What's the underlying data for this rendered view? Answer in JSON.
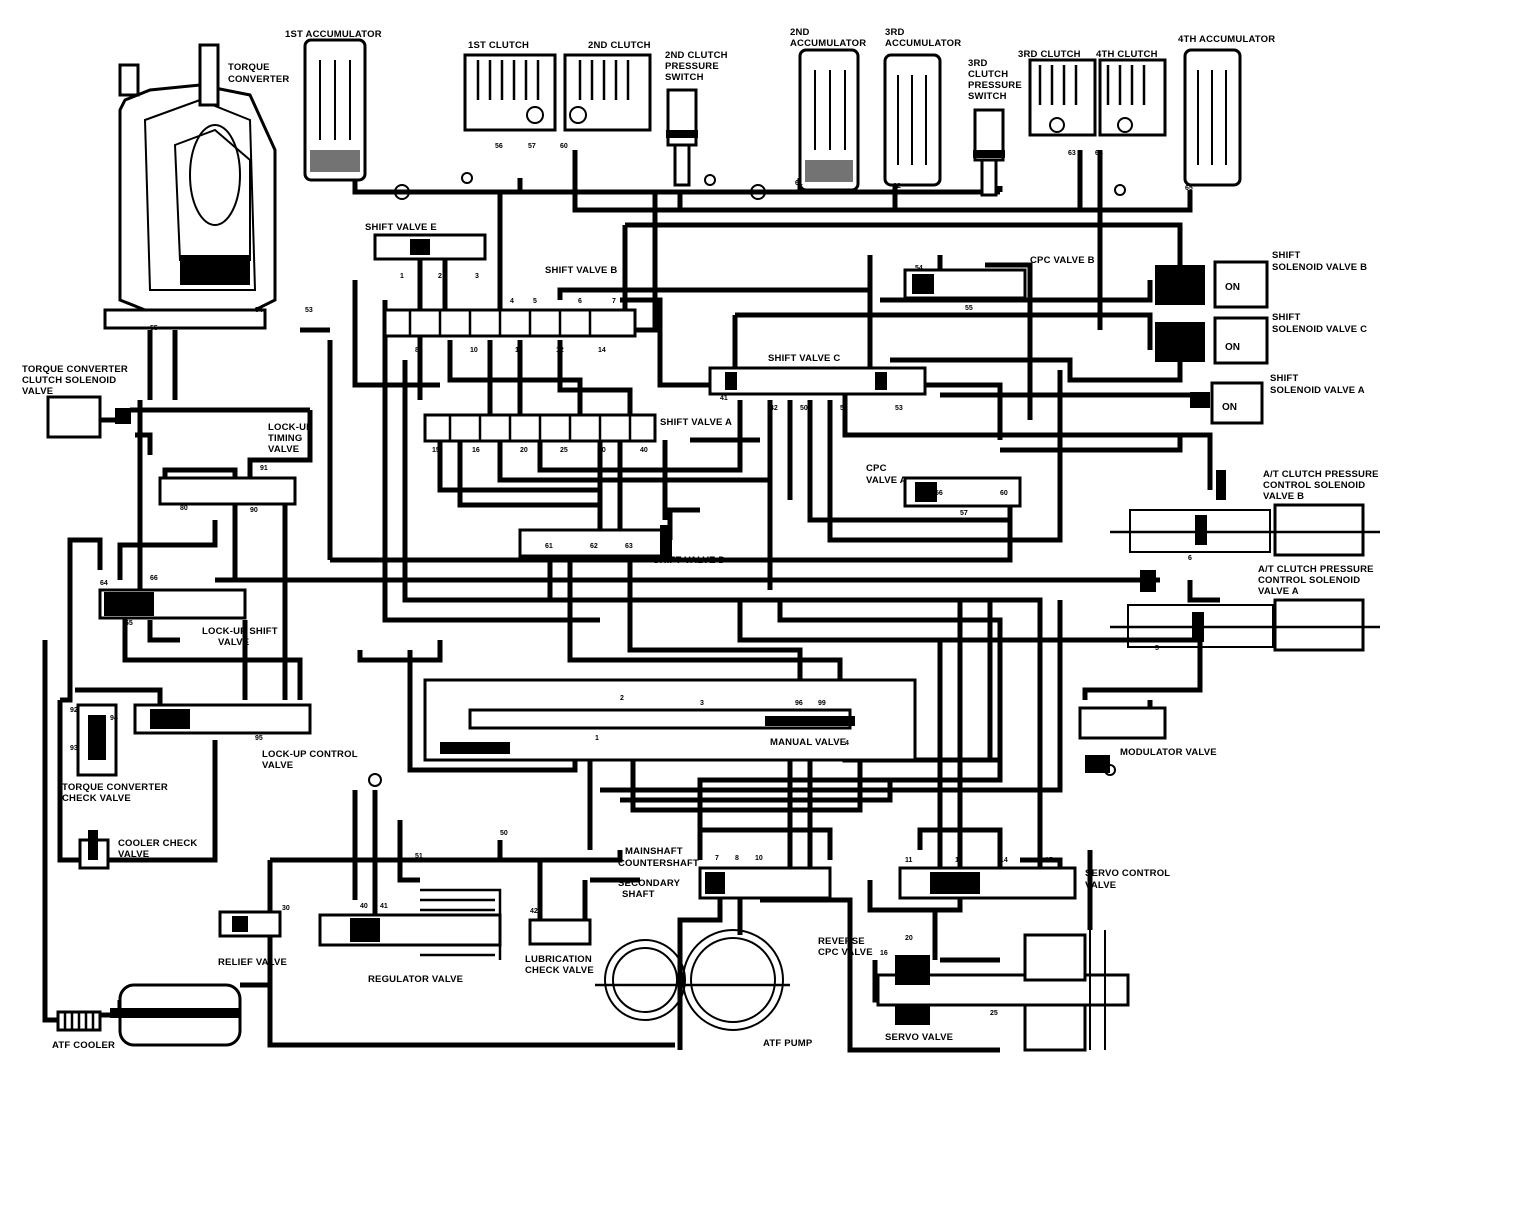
{
  "labels": {
    "torque_converter": [
      "TORQUE",
      "CONVERTER"
    ],
    "first_accumulator": "1ST ACCUMULATOR",
    "first_clutch": "1ST CLUTCH",
    "second_clutch": "2ND CLUTCH",
    "second_clutch_pressure_switch": [
      "2ND CLUTCH",
      "PRESSURE",
      "SWITCH"
    ],
    "second_accumulator": [
      "2ND",
      "ACCUMULATOR"
    ],
    "third_accumulator": [
      "3RD",
      "ACCUMULATOR"
    ],
    "third_clutch_pressure_switch": [
      "3RD",
      "CLUTCH",
      "PRESSURE",
      "SWITCH"
    ],
    "third_clutch": "3RD CLUTCH",
    "fourth_clutch": "4TH CLUTCH",
    "fourth_accumulator": "4TH ACCUMULATOR",
    "shift_valve_e": "SHIFT VALVE E",
    "shift_valve_b": "SHIFT VALVE B",
    "cpc_valve_b": "CPC VALVE B",
    "shift_solenoid_valve_b": [
      "SHIFT",
      "SOLENOID VALVE B"
    ],
    "shift_solenoid_valve_c": [
      "SHIFT",
      "SOLENOID VALVE C"
    ],
    "shift_solenoid_valve_a": [
      "SHIFT",
      "SOLENOID VALVE A"
    ],
    "shift_valve_c": "SHIFT VALVE C",
    "shift_valve_a": "SHIFT VALVE A",
    "torque_converter_clutch_solenoid_valve": [
      "TORQUE CONVERTER",
      "CLUTCH SOLENOID",
      "VALVE"
    ],
    "lock_up_timing_valve": [
      "LOCK-UP",
      "TIMING",
      "VALVE"
    ],
    "cpc_valve_a": [
      "CPC",
      "VALVE A"
    ],
    "at_clutch_pressure_control_solenoid_valve_b": [
      "A/T CLUTCH PRESSURE",
      "CONTROL SOLENOID",
      "VALVE B"
    ],
    "shift_valve_d": "SHIFT VALVE D",
    "at_clutch_pressure_control_solenoid_valve_a": [
      "A/T CLUTCH PRESSURE",
      "CONTROL SOLENOID",
      "VALVE A"
    ],
    "lock_up_shift_valve": [
      "LOCK-UP SHIFT",
      "VALVE"
    ],
    "manual_valve": "MANUAL VALVE",
    "modulator_valve": "MODULATOR VALVE",
    "lock_up_control_valve": [
      "LOCK-UP CONTROL",
      "VALVE"
    ],
    "torque_converter_check_valve": [
      "TORQUE CONVERTER",
      "CHECK VALVE"
    ],
    "cooler_check_valve": [
      "COOLER CHECK",
      "VALVE"
    ],
    "mainshaft": "MAINSHAFT",
    "countershaft": "COUNTERSHAFT",
    "secondary_shaft": [
      "SECONDARY",
      "SHAFT"
    ],
    "servo_control_valve": [
      "SERVO CONTROL",
      "VALVE"
    ],
    "reverse_cpc_valve": [
      "REVERSE",
      "CPC VALVE"
    ],
    "relief_valve": "RELIEF VALVE",
    "regulator_valve": "REGULATOR VALVE",
    "lubrication_check_valve": [
      "LUBRICATION",
      "CHECK VALVE"
    ],
    "atf_cooler": "ATF COOLER",
    "atf_pump": "ATF PUMP",
    "servo_valve": "SERVO VALVE"
  },
  "solenoid_state": {
    "shift_solenoid_valve_b": "ON",
    "shift_solenoid_valve_c": "ON",
    "shift_solenoid_valve_a": "ON"
  },
  "port_numbers": [
    "1",
    "2",
    "3",
    "4",
    "5",
    "6",
    "7",
    "8",
    "10",
    "11",
    "12",
    "14",
    "15",
    "16",
    "20",
    "25",
    "30",
    "40",
    "41",
    "42",
    "50",
    "51",
    "53",
    "54",
    "55",
    "56",
    "57",
    "60",
    "61",
    "62",
    "63",
    "64",
    "65",
    "66",
    "80",
    "90",
    "91",
    "92",
    "93",
    "94",
    "95",
    "96",
    "99"
  ]
}
